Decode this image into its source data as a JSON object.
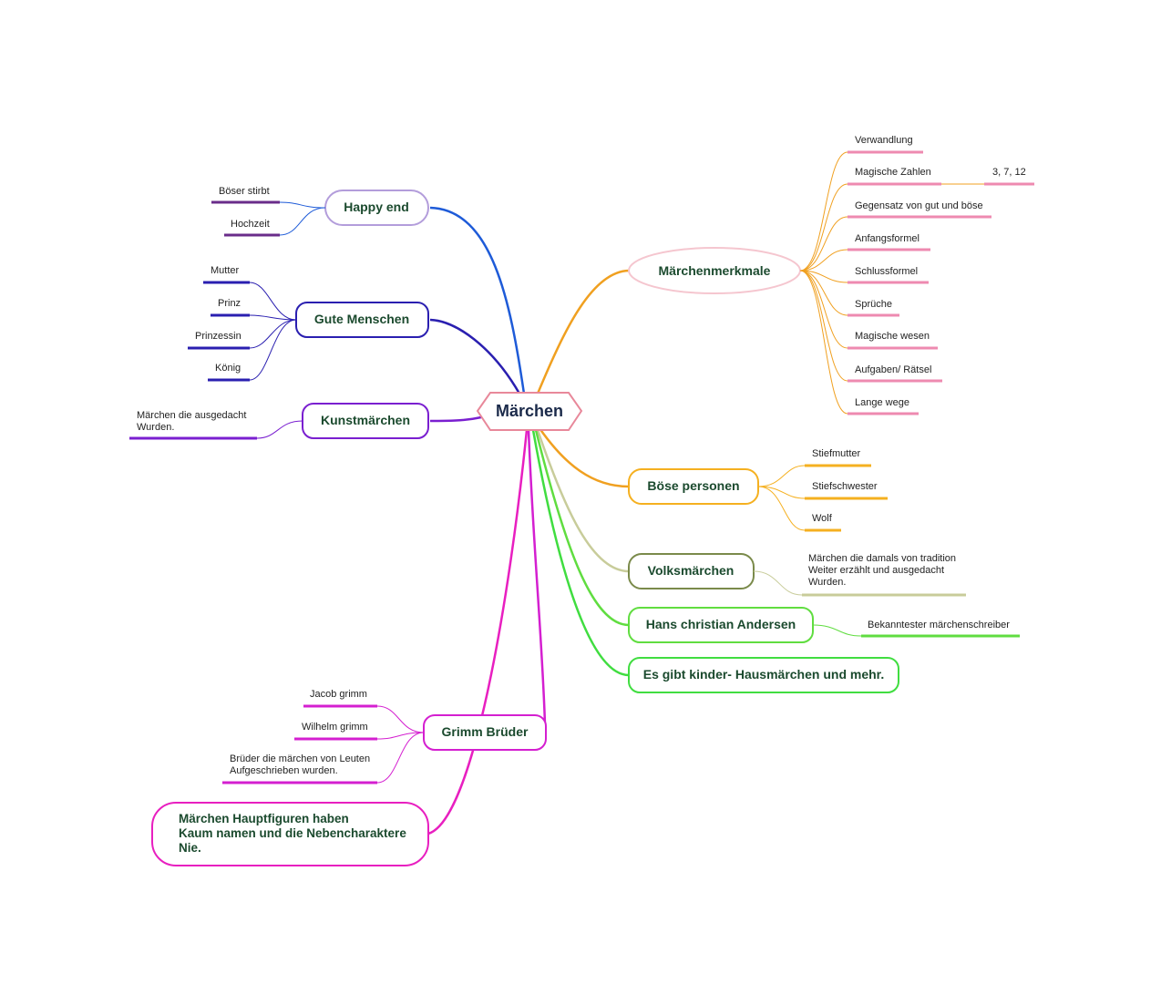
{
  "central": {
    "label": "Märchen"
  },
  "branches": {
    "happy_end": {
      "label": "Happy end",
      "color": "#b39ddb",
      "line": "#1e5bd8",
      "leaf_color": "#6a2c8a",
      "items": [
        "Böser stirbt",
        "Hochzeit"
      ]
    },
    "gute_menschen": {
      "label": "Gute Menschen",
      "color": "#2a1fb0",
      "line": "#2a1fb0",
      "items": [
        "Mutter",
        "Prinz",
        "Prinzessin",
        "König"
      ]
    },
    "kunstmaerchen": {
      "label": "Kunstmärchen",
      "color": "#7a1fd0",
      "line": "#7a1fd0",
      "items_lines": [
        "Märchen die ausgedacht",
        "Wurden."
      ]
    },
    "grimm": {
      "label": "Grimm Brüder",
      "color": "#d41fd0",
      "line": "#d41fd0",
      "items": [
        "Jacob grimm",
        "Wilhelm grimm"
      ],
      "item3_lines": [
        "Brüder die märchen von Leuten",
        "Aufgeschrieben wurden."
      ]
    },
    "hauptfiguren": {
      "lines": [
        "Märchen Hauptfiguren haben",
        "Kaum namen und die Nebencharaktere",
        "Nie."
      ],
      "color": "#e81fc0"
    },
    "merkmale": {
      "label": "Märchenmerkmale",
      "color": "#f5c6cf",
      "line": "#f0a020",
      "leaf_color": "#ee8ab0",
      "items": [
        "Verwandlung",
        "Magische Zahlen",
        "Gegensatz von gut und böse",
        "Anfangsformel",
        "Schlussformel",
        "Sprüche",
        "Magische wesen",
        "Aufgaben/ Rätsel",
        "Lange wege"
      ],
      "zahlen": "3, 7, 12"
    },
    "boese": {
      "label": "Böse personen",
      "color": "#f5b020",
      "line": "#f5b020",
      "items": [
        "Stiefmutter",
        "Stiefschwester",
        "Wolf"
      ]
    },
    "volks": {
      "label": "Volksmärchen",
      "color": "#7a8a4a",
      "line": "#c8cc9a",
      "items_lines": [
        "Märchen die damals von tradition",
        "Weiter erzählt und ausgedacht",
        "Wurden."
      ]
    },
    "andersen": {
      "label": "Hans christian Andersen",
      "color": "#60dd40",
      "line": "#60dd40",
      "item": "Bekanntester märchenschreiber"
    },
    "kinder": {
      "label": "Es gibt kinder- Hausmärchen und mehr.",
      "color": "#40dd40",
      "line": "#40dd40"
    }
  }
}
